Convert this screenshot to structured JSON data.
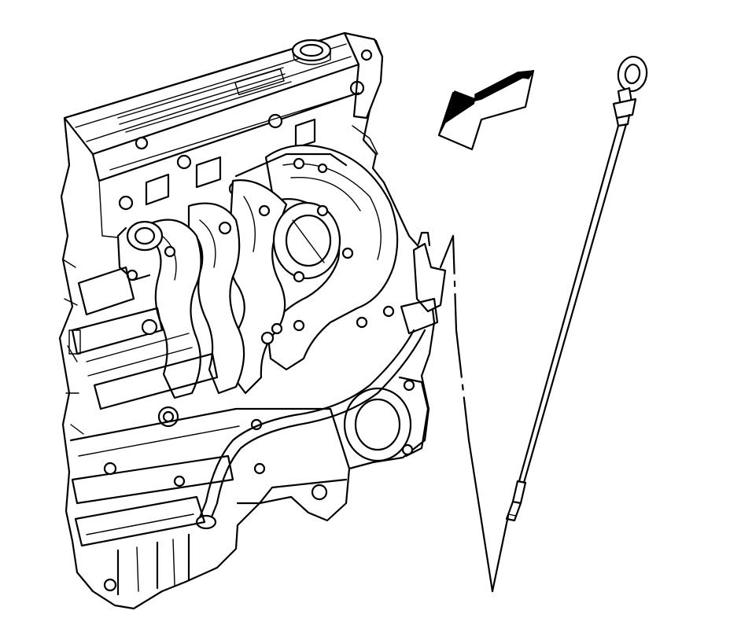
{
  "diagram": {
    "parts": [
      {
        "name": "engine-assembly",
        "icon": "engine-icon"
      },
      {
        "name": "oil-level-indicator",
        "icon": "dipstick-icon"
      },
      {
        "name": "direction-arrow",
        "icon": "arrow-left-icon"
      },
      {
        "name": "dipstick-tube-path",
        "icon": "dashed-leader-line"
      }
    ],
    "colors": {
      "line": "#000000",
      "background": "#ffffff"
    }
  }
}
